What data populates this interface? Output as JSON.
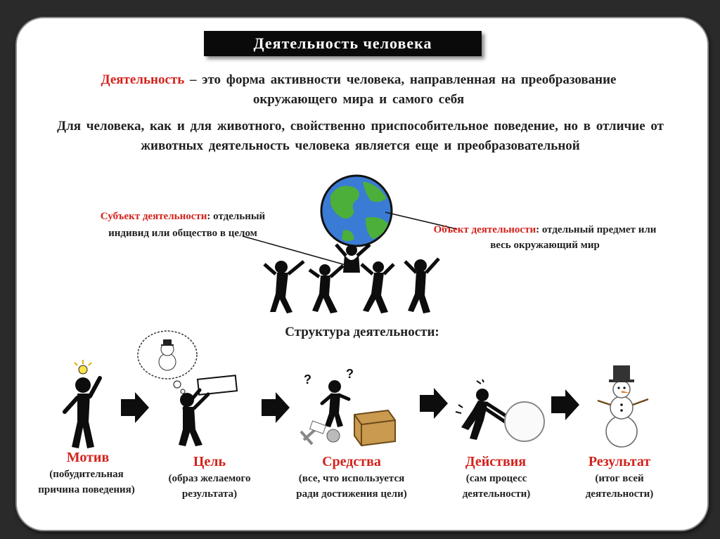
{
  "title": "Деятельность  человека",
  "definition": {
    "term": "Деятельность",
    "rest": " – это форма активности человека, направленная на преобразование окружающего мира и самого себя"
  },
  "paragraph": "Для человека, как и для животного, свойственно приспособительное поведение, но в отличие от животных деятельность человека является еще и преобразовательной",
  "subject": {
    "term": "Субъект деятельности",
    "desc": ": отдельный индивид или общество в целом"
  },
  "object": {
    "term": "Объект деятельности",
    "desc": ": отдельный предмет или весь окружающий мир"
  },
  "structure_title": "Структура деятельности:",
  "steps": [
    {
      "title": "Мотив",
      "desc": "(побудительная причина поведения)"
    },
    {
      "title": "Цель",
      "desc": "(образ желаемого результата)"
    },
    {
      "title": "Средства",
      "desc": "(все, что используется ради достижения цели)"
    },
    {
      "title": "Действия",
      "desc": "(сам процесс деятельности)"
    },
    {
      "title": "Результат",
      "desc": "(итог всей деятельности)"
    }
  ],
  "colors": {
    "accent": "#d4221c",
    "text": "#222222",
    "title_bg": "#0a0a0a"
  }
}
